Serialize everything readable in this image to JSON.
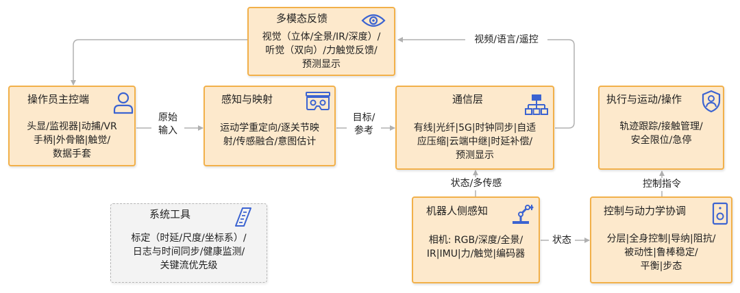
{
  "nodes": {
    "feedback": {
      "title": "多模态反馈",
      "body": "视觉（立体/全景/IR/深度）/\n听觉（双向）/力触觉反馈/\n预测显示"
    },
    "operator": {
      "title": "操作员主控端",
      "body": "头显/监视器|动捕/VR\n手柄|外骨骼|触觉/\n数据手套"
    },
    "mapping": {
      "title": "感知与映射",
      "body": "运动学重定向/逐关节映\n射/传感融合/意图估计"
    },
    "comm": {
      "title": "通信层",
      "body": "有线|光纤|5G|时钟同步|自适\n应压缩|云端中继|时延补偿/\n预测显示"
    },
    "exec": {
      "title": "执行与运动/操作",
      "body": "轨迹跟踪/接触管理/\n安全限位/急停"
    },
    "robot_sense": {
      "title": "机器人侧感知",
      "body": "相机: RGB/深度/全景/\nIR|IMU|力/触觉|编码器"
    },
    "control": {
      "title": "控制与动力学协调",
      "body": "分层|全身控制|导纳|阻抗/\n被动性|鲁棒稳定/\n平衡|步态"
    },
    "tools": {
      "title": "系统工具",
      "body": "标定（时延/尺度/坐标系）/\n日志与时间同步/健康监测/\n关键流优先级"
    }
  },
  "edges": {
    "raw_input": "原始\n输入",
    "target_ref": "目标/\n参考",
    "video_voice": "视频/语言/遥控",
    "state_multi": "状态/多传感",
    "control_cmd": "控制指令",
    "state": "状态"
  },
  "icons": [
    "eye-icon",
    "user-icon",
    "vr-headset-icon",
    "network-icon",
    "shield-user-icon",
    "robot-arm-icon",
    "device-icon",
    "ruler-icon"
  ],
  "colors": {
    "node_fill": "#fde9cc",
    "node_border": "#f2b049",
    "icon": "#3b63d1",
    "arrow": "#b0b0b0"
  }
}
